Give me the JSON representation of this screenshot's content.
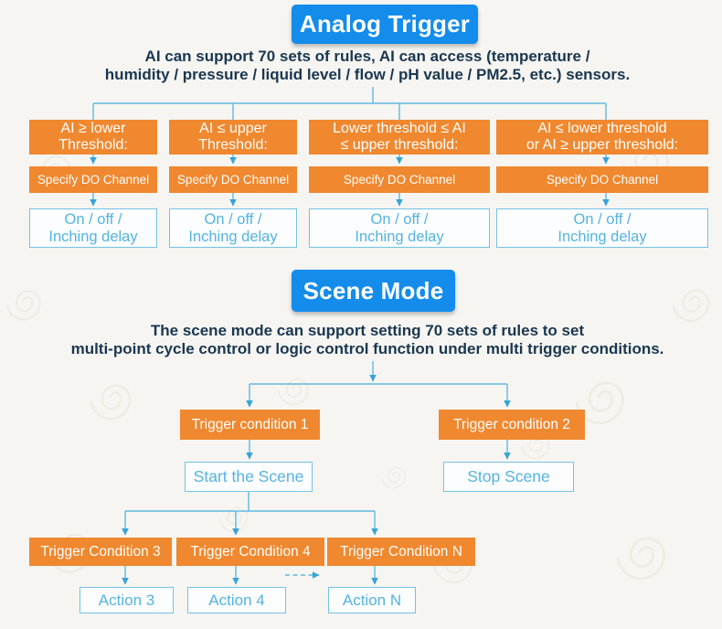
{
  "colors": {
    "title_button_blue": "#138ceb",
    "box_orange": "#f0882f",
    "connector_blue": "#5fb9e0",
    "arrowhead_blue": "#36a4d8",
    "outline_box_text_blue": "#54b4e0",
    "description_navy": "#1a3750",
    "background": "#f6f5f2"
  },
  "analog_section": {
    "title": "Analog Trigger",
    "description_line1": "AI can support 70 sets of rules, AI can access (temperature /",
    "description_line2": "humidity / pressure / liquid level / flow / pH value / PM2.5, etc.) sensors.",
    "columns": [
      {
        "condition_line1": "AI ≥ lower",
        "condition_line2": "Threshold:",
        "action": "Specify DO Channel",
        "result_line1": "On / off /",
        "result_line2": "Inching delay"
      },
      {
        "condition_line1": "AI ≤ upper",
        "condition_line2": "Threshold:",
        "action": "Specify DO Channel",
        "result_line1": "On / off /",
        "result_line2": "Inching delay"
      },
      {
        "condition_line1": "Lower threshold ≤ AI",
        "condition_line2": "≤ upper threshold:",
        "action": "Specify DO Channel",
        "result_line1": "On / off /",
        "result_line2": "Inching delay"
      },
      {
        "condition_line1": "AI ≤ lower threshold",
        "condition_line2": "or AI ≥ upper threshold:",
        "action": "Specify DO Channel",
        "result_line1": "On / off /",
        "result_line2": "Inching delay"
      }
    ]
  },
  "scene_section": {
    "title": "Scene Mode",
    "description_line1": "The scene mode can support setting 70 sets of rules to set",
    "description_line2": "multi-point cycle control or logic control function under multi trigger conditions.",
    "trigger_condition_1": "Trigger condition 1",
    "trigger_condition_2": "Trigger condition 2",
    "start_scene": "Start the Scene",
    "stop_scene": "Stop Scene",
    "trigger_condition_3": "Trigger Condition 3",
    "trigger_condition_4": "Trigger Condition 4",
    "trigger_condition_n": "Trigger Condition N",
    "action_3": "Action 3",
    "action_4": "Action 4",
    "action_n": "Action N"
  }
}
